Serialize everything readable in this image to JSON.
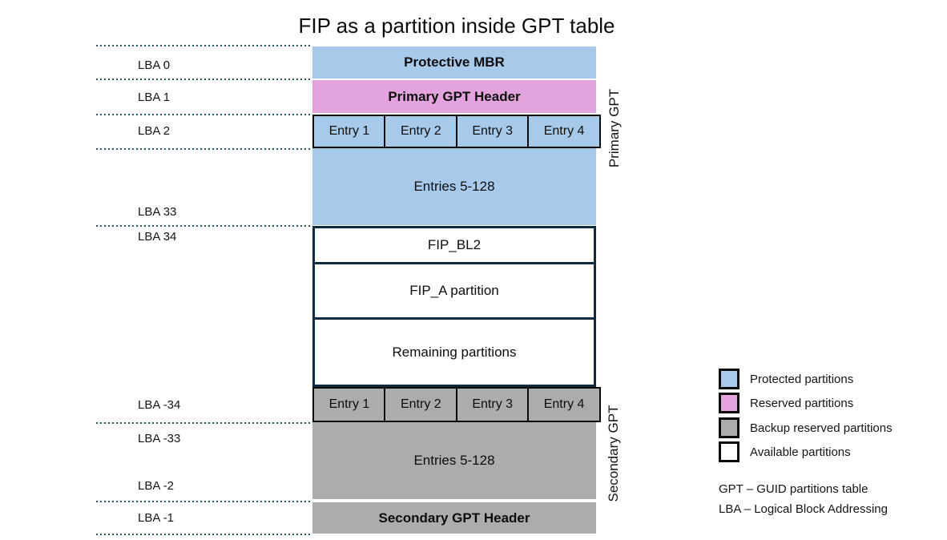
{
  "title": "FIP as a partition inside GPT table",
  "colors": {
    "protected_blue": "#A7CAEB",
    "reserved_pink": "#E3A3DC",
    "backup_gray": "#ACACAC",
    "available_white": "#FFFFFF",
    "white_block_border_navy": "#0E2A3C",
    "entry_border_black": "#0A0A0A",
    "dotted_line_teal": "#205867",
    "text_black": "#111111"
  },
  "diagram": {
    "lba_labels": [
      {
        "text": "LBA 0"
      },
      {
        "text": "LBA 1"
      },
      {
        "text": "LBA 2"
      },
      {
        "text": "LBA 33"
      },
      {
        "text": "LBA 34"
      },
      {
        "text": "LBA -34"
      },
      {
        "text": "LBA -33"
      },
      {
        "text": "LBA -2"
      },
      {
        "text": "LBA -1"
      }
    ],
    "blocks": {
      "protective_mbr": "Protective MBR",
      "primary_gpt_header": "Primary GPT Header",
      "primary_entries": [
        "Entry 1",
        "Entry 2",
        "Entry 3",
        "Entry 4"
      ],
      "primary_entries_rest": "Entries 5-128",
      "fip_bl2": "FIP_BL2",
      "fip_a": "FIP_A partition",
      "remaining": "Remaining partitions",
      "secondary_entries": [
        "Entry 1",
        "Entry 2",
        "Entry 3",
        "Entry 4"
      ],
      "secondary_entries_rest": "Entries 5-128",
      "secondary_gpt_header": "Secondary GPT Header"
    },
    "side_labels": {
      "primary": "Primary GPT",
      "secondary": "Secondary GPT"
    }
  },
  "legend": {
    "items": [
      {
        "label": "Protected partitions",
        "color": "#A7CAEB"
      },
      {
        "label": "Reserved partitions",
        "color": "#E3A3DC"
      },
      {
        "label": "Backup reserved partitions",
        "color": "#ACACAC"
      },
      {
        "label": "Available partitions",
        "color": "#FFFFFF"
      }
    ],
    "definitions": [
      "GPT – GUID partitions table",
      "LBA – Logical Block Addressing"
    ]
  }
}
